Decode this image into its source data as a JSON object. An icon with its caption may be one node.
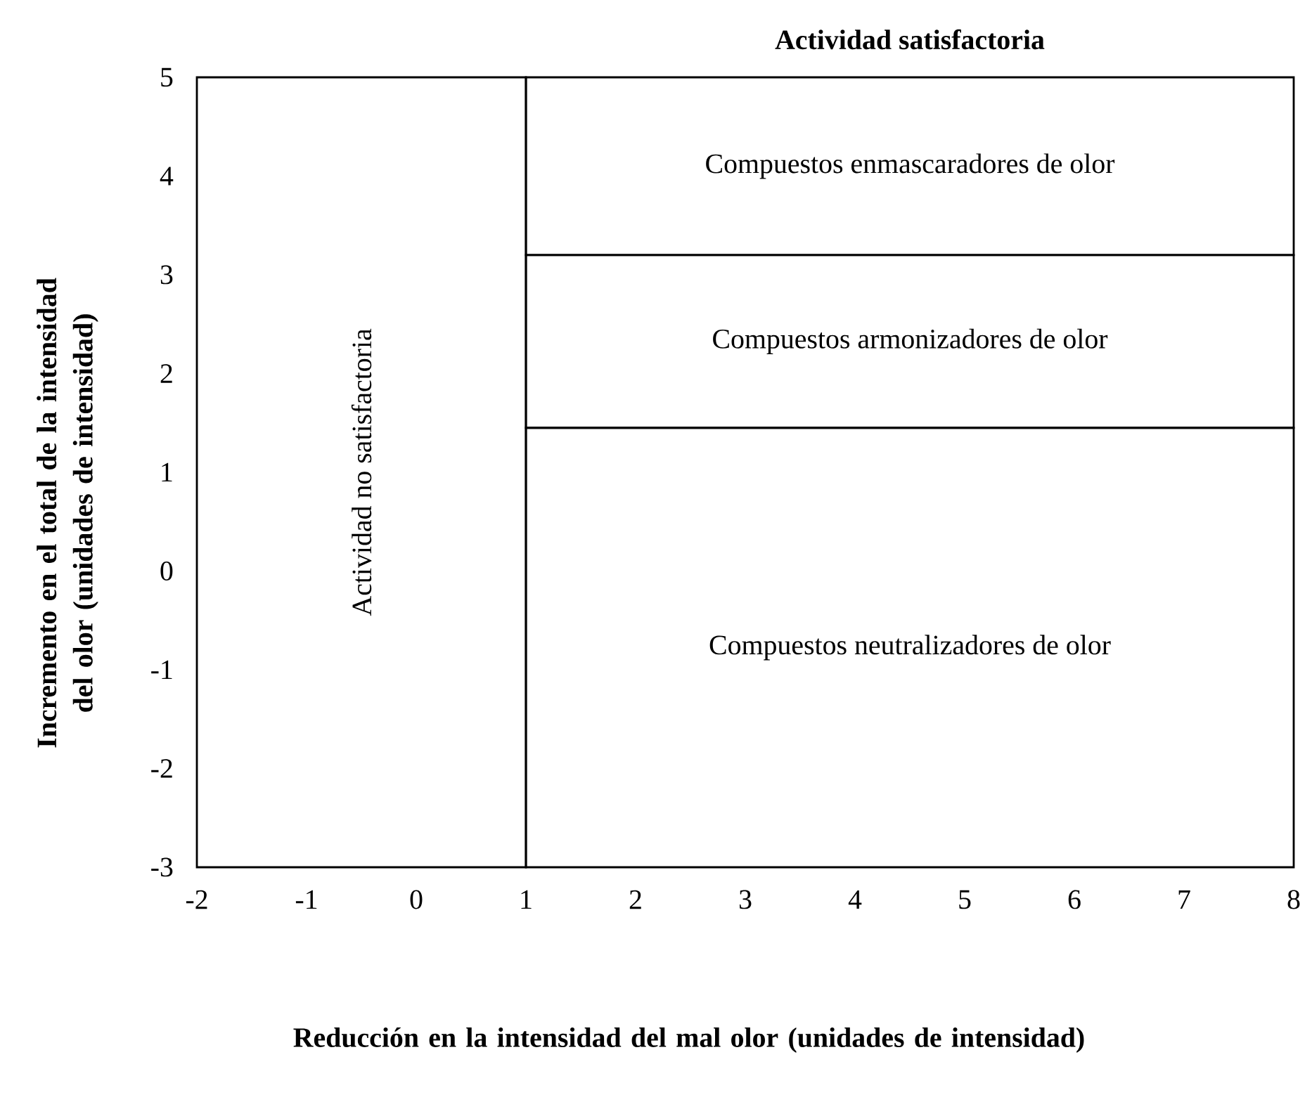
{
  "diagram": {
    "nodes": [
      {
        "text": [
          "Actividad no satisfactoria"
        ]
      },
      {
        "text": [
          "Compuestos enmascaradores de olor"
        ]
      },
      {
        "text": [
          "Compuestos armonizadores de olor"
        ]
      },
      {
        "text": [
          "Compuestos neutralizadores de olor"
        ]
      }
    ],
    "labels": [
      "Actividad satisfactoria",
      "Incremento en el total de la intensidad del olor (unidades de intensidad)",
      "5",
      "4",
      "3",
      "2",
      "1",
      "0",
      "-1",
      "-2",
      "-3",
      "-2",
      "-1",
      "0",
      "1",
      "2",
      "3",
      "4",
      "5",
      "6",
      "7",
      "8",
      "Reducción en la intensidad del mal olor (unidades de intensidad)"
    ]
  }
}
